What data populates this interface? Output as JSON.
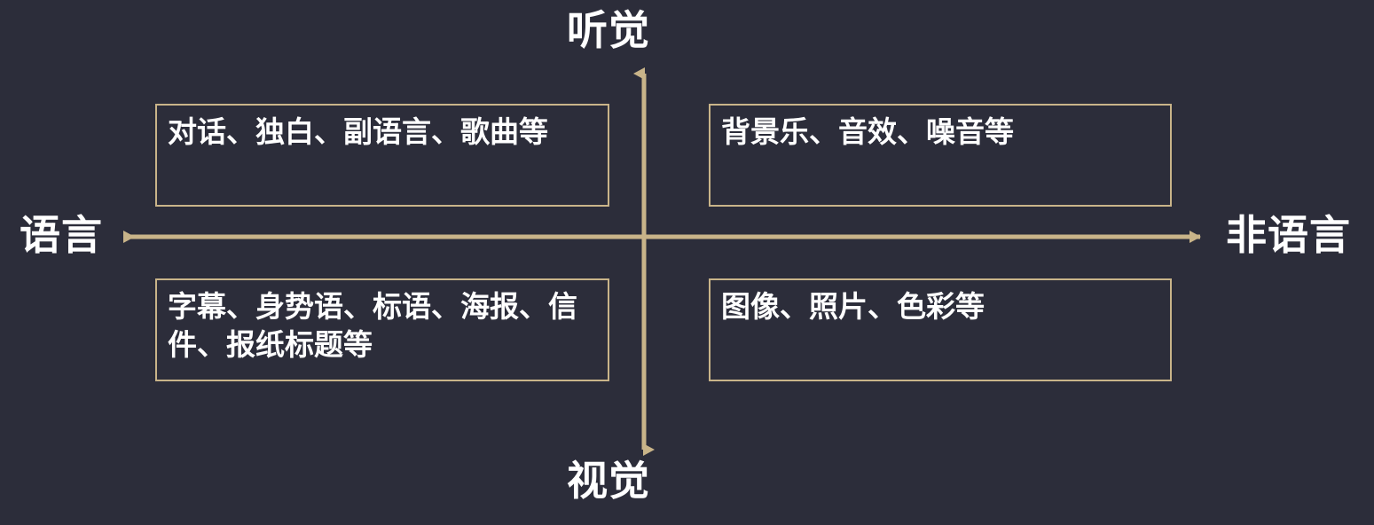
{
  "diagram": {
    "title_present": false,
    "background_color": "#2c2d3a",
    "axis_color": "#c9b489",
    "box_border_color": "#c9b489",
    "text_color": "#ffffff",
    "axes": {
      "vertical": {
        "top_label": "听觉",
        "bottom_label": "视觉"
      },
      "horizontal": {
        "left_label": "语言",
        "right_label": "非语言"
      }
    },
    "quadrants": {
      "top_left": {
        "text": "对话、独白、副语言、歌曲等"
      },
      "top_right": {
        "text": "背景乐、音效、噪音等"
      },
      "bottom_left": {
        "text": "字幕、身势语、标语、海报、信件、报纸标题等"
      },
      "bottom_right": {
        "text": "图像、照片、色彩等"
      }
    }
  }
}
